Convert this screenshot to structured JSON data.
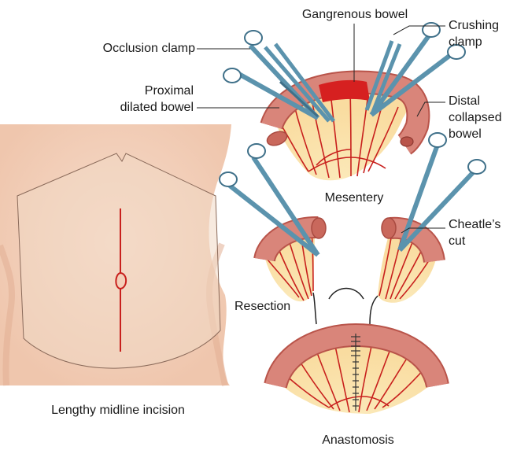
{
  "figure": {
    "labels": {
      "gangrenous_bowel": "Gangrenous bowel",
      "occlusion_clamp": "Occlusion clamp",
      "crushing_clamp_line1": "Crushing",
      "crushing_clamp_line2": "clamp",
      "proximal_line1": "Proximal",
      "proximal_line2": "dilated bowel",
      "distal_line1": "Distal",
      "distal_line2": "collapsed",
      "distal_line3": "bowel",
      "mesentery": "Mesentery",
      "cheatle_line1": "Cheatle’s",
      "cheatle_line2": "cut",
      "resection": "Resection",
      "anastomosis": "Anastomosis",
      "incision": "Lengthy midline incision"
    },
    "colors": {
      "skin": "#f4d5c0",
      "bowel": "#d9857a",
      "bowel_dark": "#b9544a",
      "gangrene": "#d62020",
      "mesentery": "#fbe8b8",
      "vessel": "#c8201d",
      "clamp": "#5b93ad",
      "leader": "#222222"
    },
    "icons": [
      "forceps-icon",
      "abdomen-outline",
      "suture-line"
    ]
  }
}
